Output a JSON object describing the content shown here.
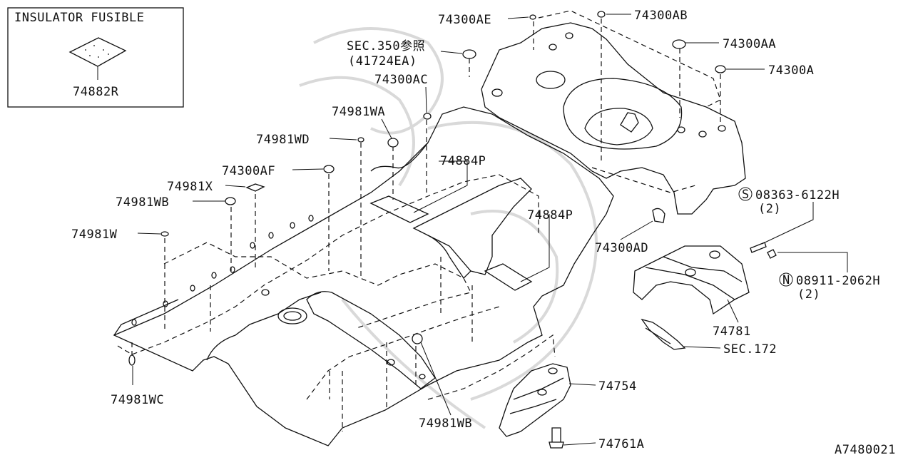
{
  "inset": {
    "title": "INSULATOR FUSIBLE",
    "part": "74882R"
  },
  "callouts": {
    "p74300AE": "74300AE",
    "p74300AB": "74300AB",
    "p74300AA": "74300AA",
    "p74300A": "74300A",
    "sec350_line1": "SEC.350参照",
    "sec350_line2": "(41724EA)",
    "p74300AC": "74300AC",
    "p74981WA": "74981WA",
    "p74981WD": "74981WD",
    "p74884P_a": "74884P",
    "p74300AF": "74300AF",
    "p74981X": "74981X",
    "p74981WB_a": "74981WB",
    "p74884P_b": "74884P",
    "p74981W": "74981W",
    "p74300AD": "74300AD",
    "s_mark": "S",
    "p08363": "08363-6122H",
    "p08363_qty": "(2)",
    "n_mark": "N",
    "p08911": "08911-2062H",
    "p08911_qty": "(2)",
    "p74781": "74781",
    "sec172": "SEC.172",
    "p74754": "74754",
    "p74981WC": "74981WC",
    "p74981WB_b": "74981WB",
    "p74761A": "74761A"
  },
  "figure_id": "A7480021"
}
